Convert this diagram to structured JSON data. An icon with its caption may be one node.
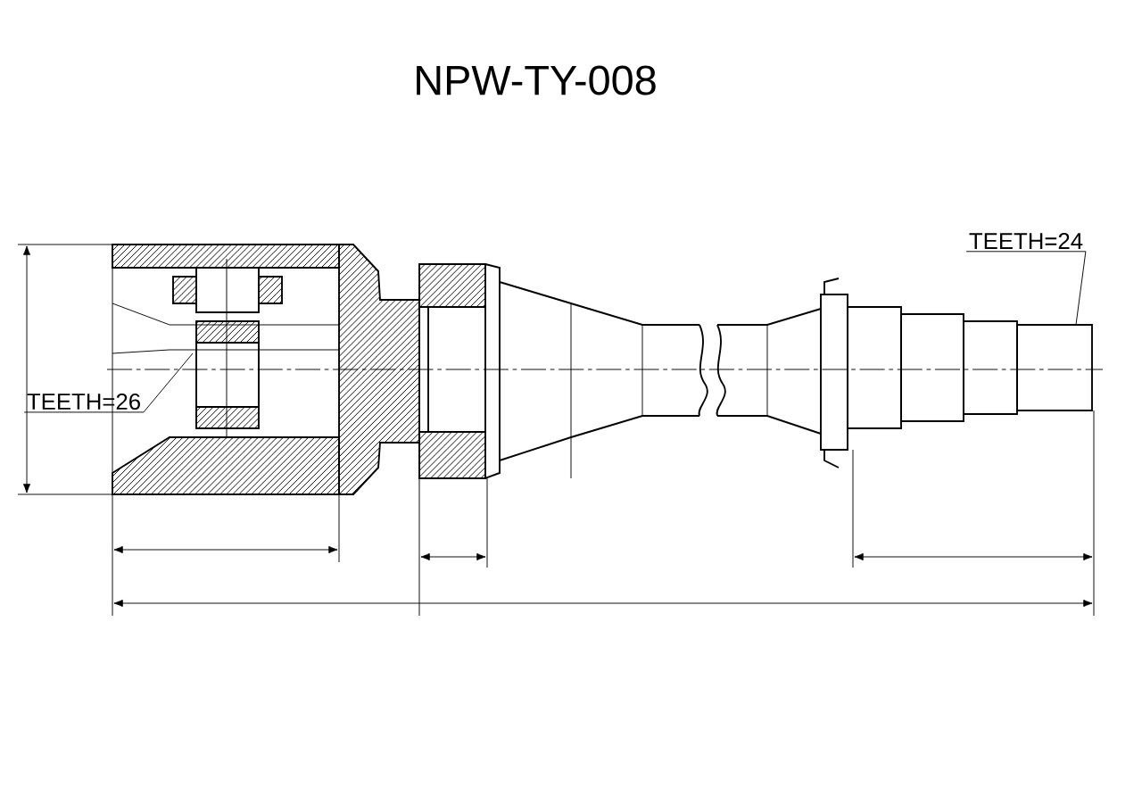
{
  "diagram": {
    "title": "NPW-TY-008",
    "nodes": [
      {
        "text": [
          "TEETH=24"
        ]
      },
      {
        "text": [
          "TEETH=26"
        ]
      }
    ],
    "edges": [
      {
        "from": 0,
        "to": null,
        "arrow": "none"
      },
      {
        "from": 1,
        "to": null,
        "arrow": "none"
      }
    ]
  }
}
